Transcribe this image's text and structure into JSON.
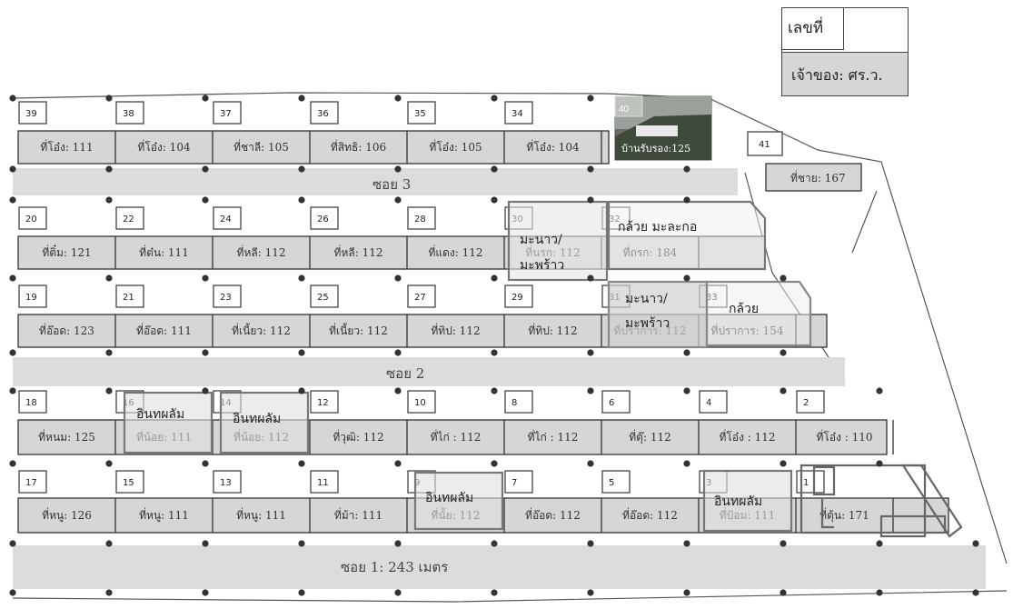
{
  "legend": {
    "number_label": "เลขที่",
    "owner_label": "เจ้าของ: ศร.ว."
  },
  "roads": [
    {
      "label": "ซอย 3"
    },
    {
      "label": "ซอย 2"
    },
    {
      "label": "ซอย 1: 243 เมตร"
    }
  ],
  "rows": [
    {
      "lots": [
        {
          "num": "39",
          "owner": "ที่โอ๋ง: 111"
        },
        {
          "num": "38",
          "owner": "ที่โอ๋ง: 104"
        },
        {
          "num": "37",
          "owner": "ที่ชาลี: 105"
        },
        {
          "num": "36",
          "owner": "ที่สิทธิ: 106"
        },
        {
          "num": "35",
          "owner": "ที่โอ๋ง: 105"
        },
        {
          "num": "34",
          "owner": "ที่โอ๋ง: 104"
        }
      ]
    },
    {
      "lots": [
        {
          "num": "20",
          "owner": "ที่ติ๋ม: 121"
        },
        {
          "num": "22",
          "owner": "ที่ต๋น: 111"
        },
        {
          "num": "24",
          "owner": "ที่หลี: 112"
        },
        {
          "num": "26",
          "owner": "ที่หลี: 112"
        },
        {
          "num": "28",
          "owner": "ที่แดง: 112"
        },
        {
          "num": "30",
          "owner": "ที่นรก: 112"
        },
        {
          "num": "32",
          "owner": "ที่ถรก: 184"
        }
      ]
    },
    {
      "lots": [
        {
          "num": "19",
          "owner": "ที่อ๊อด: 123"
        },
        {
          "num": "21",
          "owner": "ที่อ๊อด: 111"
        },
        {
          "num": "23",
          "owner": "ที่เนี้ยว: 112"
        },
        {
          "num": "25",
          "owner": "ที่เนี้ยว: 112"
        },
        {
          "num": "27",
          "owner": "ที่ทิป: 112"
        },
        {
          "num": "29",
          "owner": "ที่ทิป: 112"
        },
        {
          "num": "31",
          "owner": "ที่ปราการ: 112"
        },
        {
          "num": "33",
          "owner": "ที่ปราการ: 154"
        }
      ]
    },
    {
      "lots": [
        {
          "num": "18",
          "owner": "ที่หนม: 125"
        },
        {
          "num": "16",
          "owner": "ที่น้อย: 111"
        },
        {
          "num": "14",
          "owner": "ที่น้อย: 112"
        },
        {
          "num": "12",
          "owner": "ที่วุฒิ: 112"
        },
        {
          "num": "10",
          "owner": "ที่ไก่ : 112"
        },
        {
          "num": "8",
          "owner": "ที่ไก่ : 112"
        },
        {
          "num": "6",
          "owner": "ที่ตุ๊: 112"
        },
        {
          "num": "4",
          "owner": "ที่โอ๋ง : 112"
        },
        {
          "num": "2",
          "owner": "ที่โอ๋ง : 110"
        }
      ]
    },
    {
      "lots": [
        {
          "num": "17",
          "owner": "ที่หนู: 126"
        },
        {
          "num": "15",
          "owner": "ที่หนู: 111"
        },
        {
          "num": "13",
          "owner": "ที่หนู: 111"
        },
        {
          "num": "11",
          "owner": "ที่ม้า: 111"
        },
        {
          "num": "9",
          "owner": "ที่นั้ย: 112"
        },
        {
          "num": "7",
          "owner": "ที่อ๊อด: 112"
        },
        {
          "num": "5",
          "owner": "ที่อ๊อด: 112"
        },
        {
          "num": "3",
          "owner": "ที่ป้อม: 111"
        },
        {
          "num": "1",
          "owner": "ที่ตุ้น: 171"
        }
      ]
    }
  ],
  "specials": {
    "lot40": {
      "num": "40",
      "owner": "บ้านรับรอง:125"
    },
    "lot41": {
      "num": "41",
      "owner": "ที่ชาย: 167"
    }
  },
  "crops": {
    "maprao_1": "มะนาว/",
    "maprao_2": "มะพร้าว",
    "banana_lime": "กล้วย มะละกอ",
    "maprao_b1": "มะนาว/",
    "maprao_b2": "มะพร้าว",
    "banana": "กล้วย",
    "inthaphalam_16": "อินทผลัม",
    "inthaphalam_14": "อินทผลัม",
    "inthaphalam_9": "อินทผลัม",
    "inthaphalam_3": "อินทผลัม"
  }
}
